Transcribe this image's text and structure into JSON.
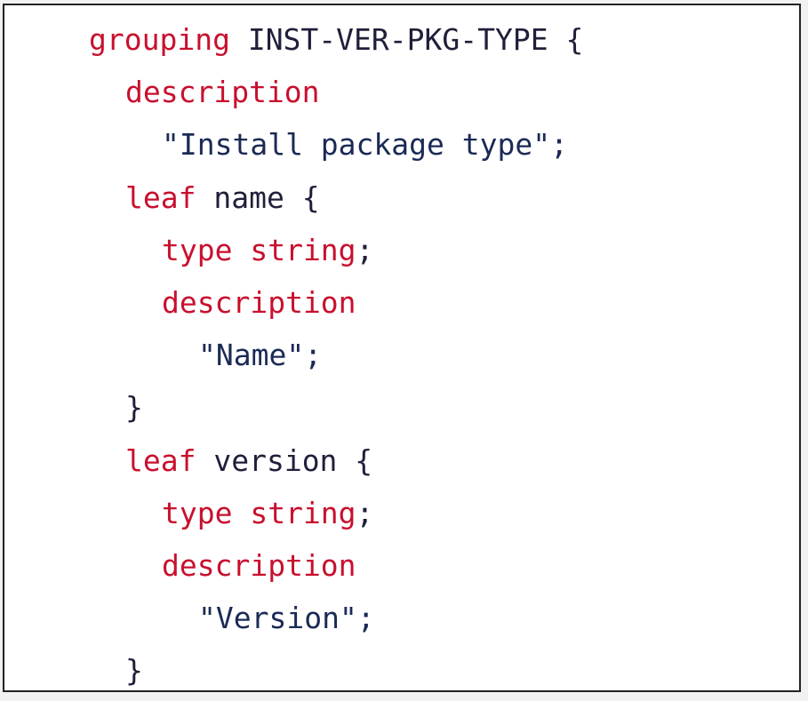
{
  "code": {
    "lines": [
      {
        "indent": 0,
        "tokens": [
          {
            "text": "grouping",
            "kind": "keyword"
          },
          {
            "text": " INST-VER-PKG-TYPE {",
            "kind": "plain"
          }
        ]
      },
      {
        "indent": 1,
        "tokens": [
          {
            "text": "description",
            "kind": "keyword"
          }
        ]
      },
      {
        "indent": 2,
        "tokens": [
          {
            "text": "\"Install package type\";",
            "kind": "string"
          }
        ]
      },
      {
        "indent": 1,
        "tokens": [
          {
            "text": "leaf",
            "kind": "keyword"
          },
          {
            "text": " name {",
            "kind": "plain"
          }
        ]
      },
      {
        "indent": 2,
        "tokens": [
          {
            "text": "type string",
            "kind": "keyword"
          },
          {
            "text": ";",
            "kind": "plain"
          }
        ]
      },
      {
        "indent": 2,
        "tokens": [
          {
            "text": "description",
            "kind": "keyword"
          }
        ]
      },
      {
        "indent": 3,
        "tokens": [
          {
            "text": "\"Name\";",
            "kind": "string"
          }
        ]
      },
      {
        "indent": 1,
        "tokens": [
          {
            "text": "}",
            "kind": "plain"
          }
        ]
      },
      {
        "indent": 1,
        "tokens": [
          {
            "text": "leaf",
            "kind": "keyword"
          },
          {
            "text": " version {",
            "kind": "plain"
          }
        ]
      },
      {
        "indent": 2,
        "tokens": [
          {
            "text": "type string",
            "kind": "keyword"
          },
          {
            "text": ";",
            "kind": "plain"
          }
        ]
      },
      {
        "indent": 2,
        "tokens": [
          {
            "text": "description",
            "kind": "keyword"
          }
        ]
      },
      {
        "indent": 3,
        "tokens": [
          {
            "text": "\"Version\";",
            "kind": "string"
          }
        ]
      },
      {
        "indent": 1,
        "tokens": [
          {
            "text": "}",
            "kind": "plain"
          }
        ]
      }
    ]
  },
  "colors": {
    "keyword": "#c8102e",
    "string": "#1b2a55",
    "plain": "#1f1f3a",
    "background": "#ffffff",
    "border": "#222222"
  }
}
